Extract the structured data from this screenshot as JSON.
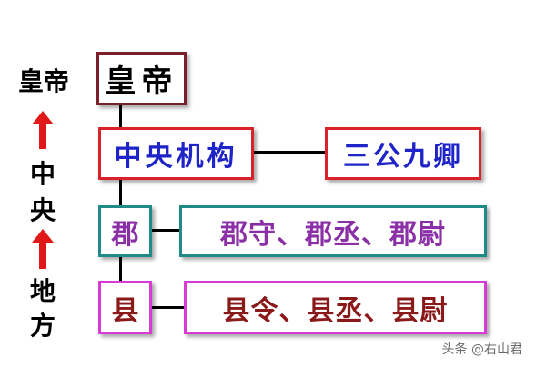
{
  "side_labels": {
    "emperor": "皇帝",
    "central": [
      "中",
      "央"
    ],
    "local": [
      "地",
      "方"
    ]
  },
  "nodes": {
    "emperor": {
      "label": "皇帝",
      "text_color": "#000000",
      "border_color": "#7a1f2b"
    },
    "central": {
      "label": "中央机构",
      "text_color": "#1f24c8",
      "border_color": "#d9222a"
    },
    "ministers": {
      "label": "三公九卿",
      "text_color": "#1f24c8",
      "border_color": "#d9222a"
    },
    "commandery": {
      "label": "郡",
      "text_color": "#8a2fa6",
      "border_color": "#1f8a86"
    },
    "commandery_officials": {
      "label": "郡守、郡丞、郡尉",
      "text_color": "#8a2fa6",
      "border_color": "#1f8a86"
    },
    "county": {
      "label": "县",
      "text_color": "#8a1a1a",
      "border_color": "#d83ad4"
    },
    "county_officials": {
      "label": "县令、县丞、县尉",
      "text_color": "#8a1a1a",
      "border_color": "#d83ad4"
    }
  },
  "arrow_color": "#e01818",
  "watermark": "头条 @右山君"
}
